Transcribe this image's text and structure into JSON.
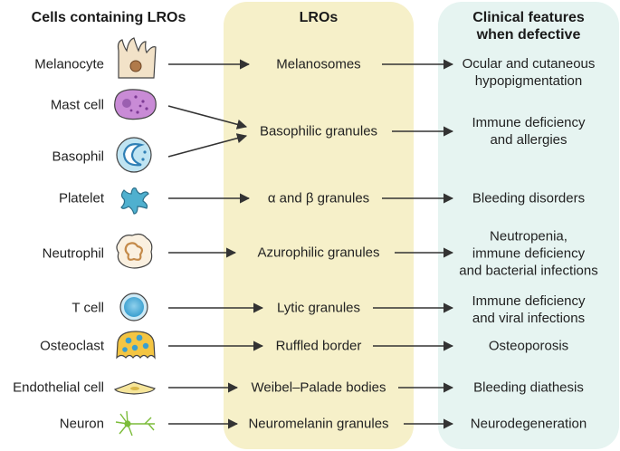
{
  "headers": {
    "cells": "Cells containing LROs",
    "lros": "LROs",
    "clinical_line1": "Clinical features",
    "clinical_line2": "when defective"
  },
  "rows": [
    {
      "cell": "Melanocyte",
      "lro": "Melanosomes",
      "clinical": [
        "Ocular and cutaneous",
        "hypopigmentation"
      ]
    },
    {
      "cell": "Mast cell",
      "lro": "Basophilic granules",
      "clinical": [
        "Immune deficiency",
        "and allergies"
      ]
    },
    {
      "cell": "Basophil",
      "lro": "",
      "clinical": []
    },
    {
      "cell": "Platelet",
      "lro": "α and β granules",
      "clinical": [
        "Bleeding disorders"
      ]
    },
    {
      "cell": "Neutrophil",
      "lro": "Azurophilic granules",
      "clinical": [
        "Neutropenia,",
        "immune deficiency",
        "and bacterial infections"
      ]
    },
    {
      "cell": "T cell",
      "lro": "Lytic granules",
      "clinical": [
        "Immune deficiency",
        "and viral infections"
      ]
    },
    {
      "cell": "Osteoclast",
      "lro": "Ruffled border",
      "clinical": [
        "Osteoporosis"
      ]
    },
    {
      "cell": "Endothelial cell",
      "lro": "Weibel–Palade bodies",
      "clinical": [
        "Bleeding diathesis"
      ]
    },
    {
      "cell": "Neuron",
      "lro": "Neuromelanin granules",
      "clinical": [
        "Neurodegeneration"
      ]
    }
  ],
  "colors": {
    "lro_panel": "#f6f0c9",
    "clinical_panel": "#e6f4f1",
    "arrow": "#333333"
  },
  "icons": [
    "melanocyte-icon",
    "mast-cell-icon",
    "basophil-icon",
    "platelet-icon",
    "neutrophil-icon",
    "t-cell-icon",
    "osteoclast-icon",
    "endothelial-cell-icon",
    "neuron-icon"
  ]
}
